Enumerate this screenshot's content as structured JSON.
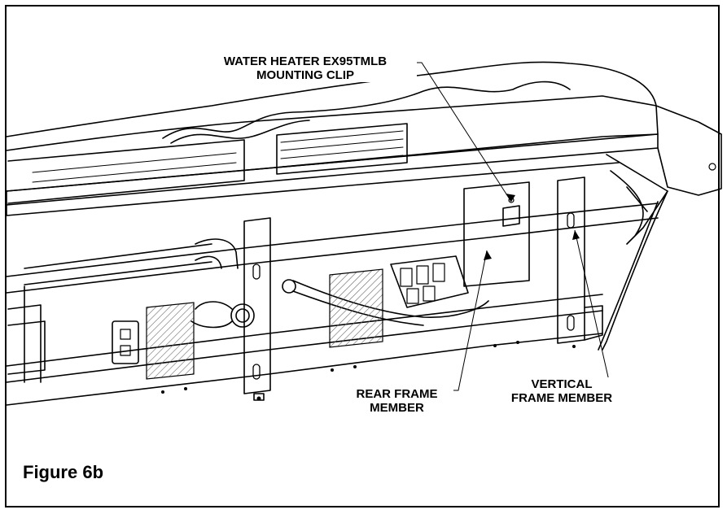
{
  "callouts": {
    "water_heater_clip": {
      "line1": "WATER HEATER EX95TMLB",
      "line2": "MOUNTING CLIP"
    },
    "rear_frame": {
      "line1": "REAR FRAME",
      "line2": "MEMBER"
    },
    "vertical_frame": {
      "line1": "VERTICAL",
      "line2": "FRAME MEMBER"
    }
  },
  "figure": {
    "caption": "Figure 6b"
  },
  "colors": {
    "ink": "#000000",
    "paper": "#ffffff",
    "hatch": "#6a6a6a"
  }
}
